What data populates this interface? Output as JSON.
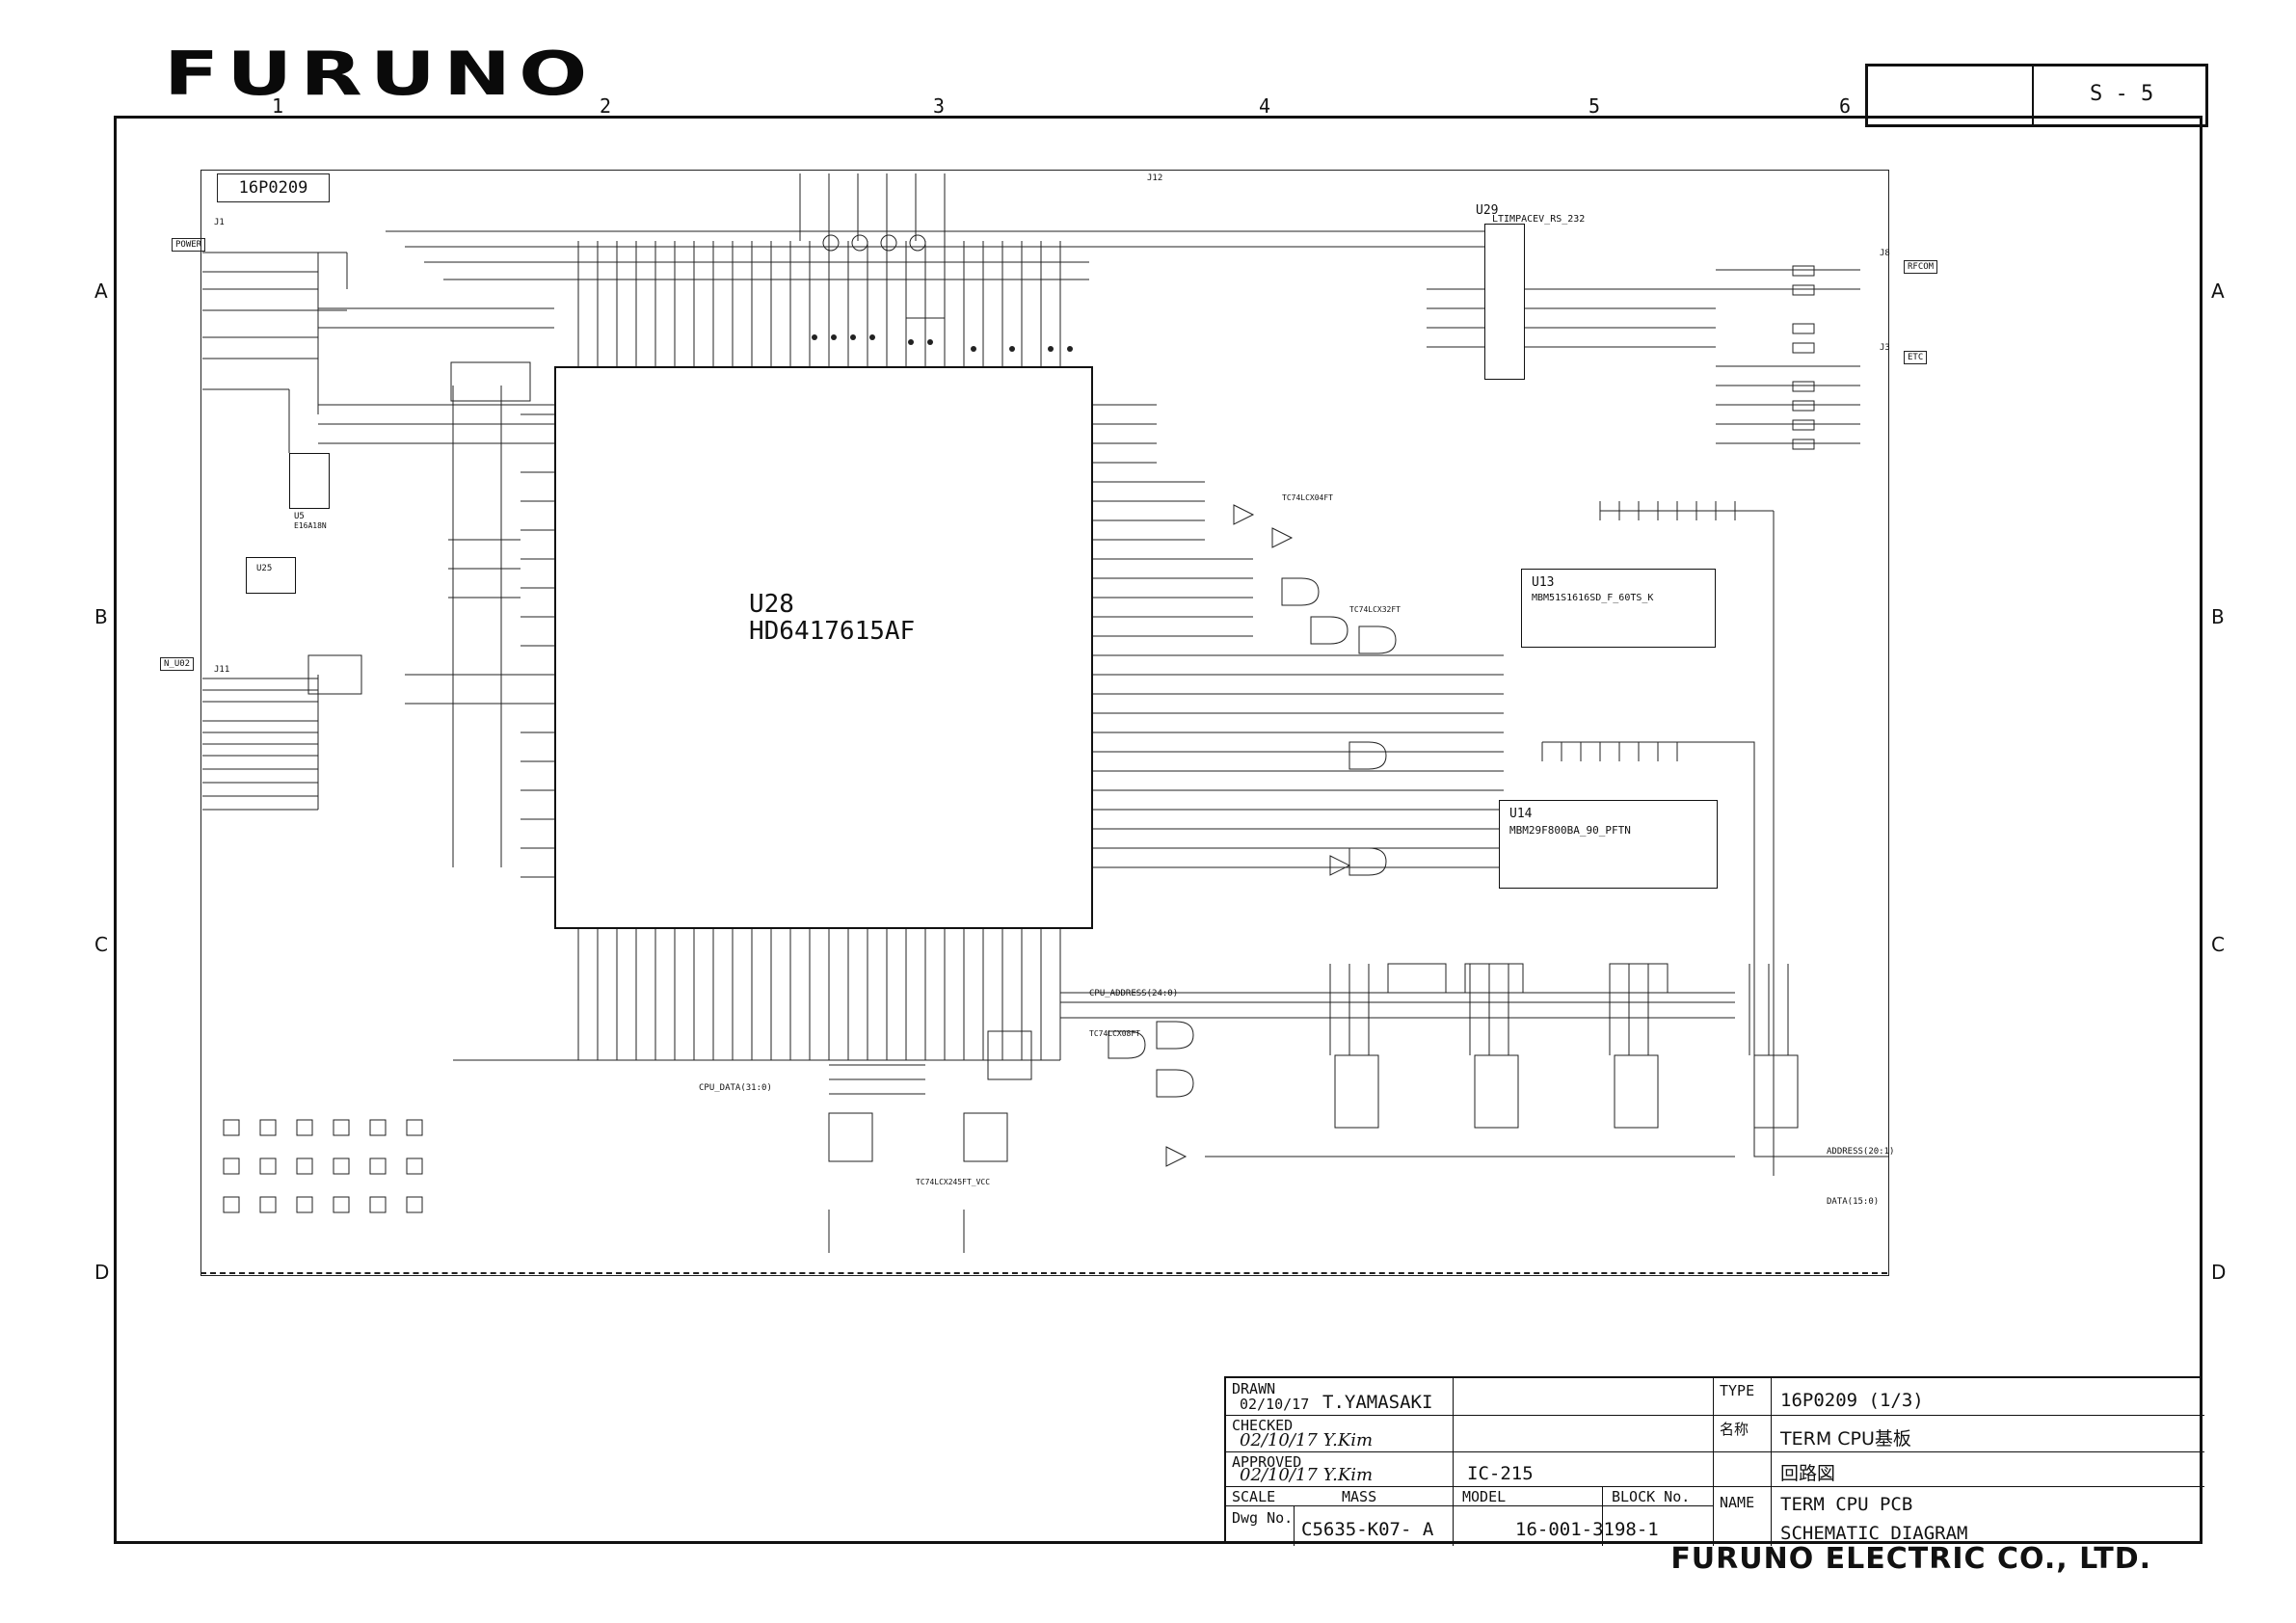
{
  "header": {
    "logo": "FURUNO",
    "sheet_no": "S - 5",
    "columns": [
      "1",
      "2",
      "3",
      "4",
      "5",
      "6"
    ],
    "rows": [
      "A",
      "B",
      "C",
      "D"
    ]
  },
  "schematic": {
    "pcb_tag": "16P0209",
    "main_ic": {
      "ref": "U28",
      "part": "HD6417615AF"
    },
    "ics": [
      {
        "ref": "U29",
        "part": "LTIMPACEV_RS_232"
      },
      {
        "ref": "U13",
        "part": "MBM51S1616SD_F_60TS_K"
      },
      {
        "ref": "U14",
        "part": "MBM29F800BA_90_PFTN"
      },
      {
        "ref": "U5",
        "part": "E16A18N"
      },
      {
        "ref": "U25",
        "part": ""
      }
    ],
    "connectors": [
      "J1",
      "J11",
      "J12",
      "J8",
      "J3"
    ],
    "net_labels": [
      "POWER",
      "RFCOM",
      "ETC",
      "N_U02",
      "CPU_ADDRESS(24:0)",
      "CPU_DATA(31:0)",
      "DATA(15:0)",
      "ADDRESS(20:1)"
    ],
    "gate_labels": [
      "TC74LCX04FT",
      "TC74LCX32FT",
      "TC74LCX08FT",
      "TC74LCX245FT_VCC"
    ]
  },
  "title_block": {
    "drawn_label": "DRAWN",
    "drawn_date": "02/10/17",
    "drawn_by": "T.YAMASAKI",
    "checked_label": "CHECKED",
    "checked_sig": "02/10/17 Y.Kim",
    "approved_label": "APPROVED",
    "approved_sig": "02/10/17 Y.Kim",
    "scale_label": "SCALE",
    "mass_label": "MASS",
    "model_label": "MODEL",
    "model_value": "IC-215",
    "block_label": "BLOCK No.",
    "dwg_label": "Dwg No.",
    "dwg_value": "C5635-K07- A",
    "block_value": "16-001-3198-1",
    "type_label": "TYPE",
    "type_value": "16P0209 (1/3)",
    "meisho_label": "名称",
    "name_jp": "TERM CPU基板",
    "diagram_jp": "回路図",
    "name_label": "NAME",
    "name_en": "TERM CPU PCB",
    "diagram_en": "SCHEMATIC DIAGRAM"
  },
  "footer": {
    "maker": "FURUNO ELECTRIC CO., LTD."
  }
}
